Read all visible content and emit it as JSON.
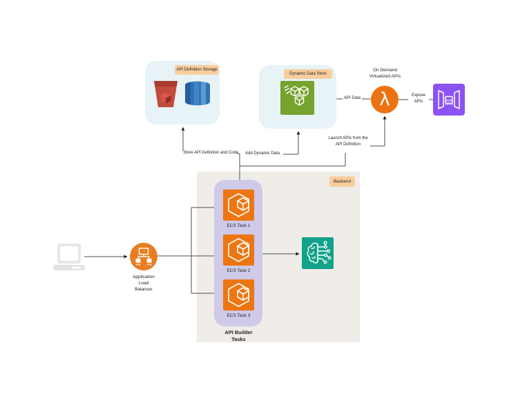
{
  "diagram": {
    "nodes": {
      "api_definition_storage": {
        "label": "API Definition Storage",
        "icons": [
          "s3-bucket-icon",
          "database-icon"
        ]
      },
      "dynamic_data_store": {
        "label": "Dynamic Data Store",
        "icons": [
          "cache-cubes-icon"
        ]
      },
      "on_demand_lambda": {
        "title_line1": "On Demand",
        "title_line2": "Virtualized APIs",
        "glyph": "λ",
        "icon": "lambda-icon"
      },
      "api_gateway": {
        "glyph": "</>",
        "icon": "api-gateway-icon"
      },
      "backend": {
        "label": "Backend"
      },
      "ecs": {
        "task1": "ECS Task 1",
        "task2": "ECS Task 2",
        "task3": "ECS Task 3",
        "icon": "ecs-container-icon"
      },
      "api_builder": {
        "line1": "API Builder",
        "line2": "Tasks"
      },
      "machine_learning": {
        "icon": "machine-learning-brain-icon"
      },
      "client": {
        "icon": "laptop-icon"
      },
      "alb": {
        "line1": "Application",
        "line2": "Load",
        "line3": "Balancer",
        "icon": "load-balancer-icon"
      }
    },
    "edges": {
      "store_api": {
        "label": "Store API Definition and Code"
      },
      "add_dynamic": {
        "label": "Add Dynamic Data"
      },
      "launch_apis": {
        "line1": "Launch APIs from the",
        "line2": "API Definition"
      },
      "api_data": {
        "label": "API Data"
      },
      "expose": {
        "line1": "Expose",
        "line2": "APIs"
      }
    },
    "colors": {
      "container_bg": "#e7f3f6",
      "chip_bg": "#f9ce9e",
      "backend_bg": "#f0ede9",
      "task_group_bg": "#cfcae8",
      "ecs_orange": "#ed7612",
      "lambda_orange": "#ec7211",
      "alb_orange": "#e87e23",
      "cache_green": "#76a22e",
      "ml_teal": "#12a38a",
      "gateway_purple": "#8c52f2",
      "s3_red": "#c24b3c",
      "db_blue": "#2e73b8",
      "line": "#4d4d4d"
    }
  }
}
